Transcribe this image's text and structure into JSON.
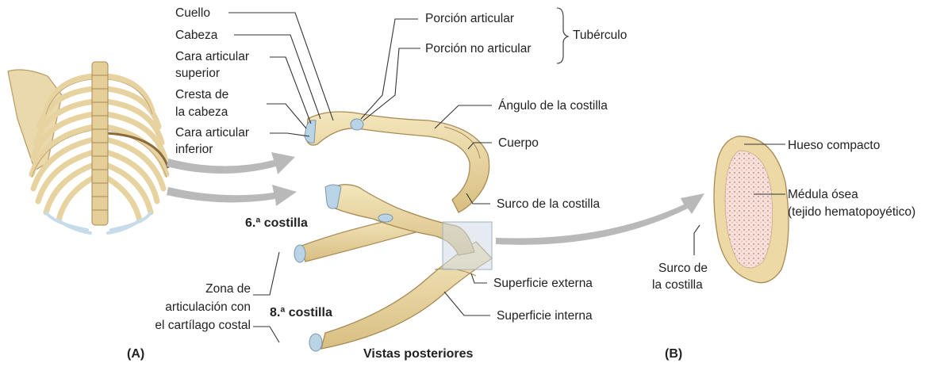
{
  "labels": {
    "cuello": "Cuello",
    "cabeza": "Cabeza",
    "cara_sup_1": "Cara articular",
    "cara_sup_2": "superior",
    "cresta_1": "Cresta de",
    "cresta_2": "la cabeza",
    "cara_inf_1": "Cara articular",
    "cara_inf_2": "inferior",
    "porcion_articular": "Porción articular",
    "porcion_no_articular": "Porción no articular",
    "tuberculo": "Tubérculo",
    "angulo": "Ángulo de la costilla",
    "cuerpo": "Cuerpo",
    "surco": "Surco de la costilla",
    "sup_externa": "Superficie externa",
    "sup_interna": "Superficie interna",
    "zona_1": "Zona de",
    "zona_2": "articulación con",
    "zona_3": "el cartílago costal",
    "costilla6": "6.ª costilla",
    "costilla8": "8.ª costilla",
    "panel_a": "(A)",
    "vistas": "Vistas posteriores",
    "panel_b": "(B)",
    "hueso_compacto": "Hueso compacto",
    "medula_1": "Médula ósea",
    "medula_2": "(tejido hematopoyético)",
    "surco_b_1": "Surco de",
    "surco_b_2": "la costilla"
  },
  "colors": {
    "bone": "#ecd9a5",
    "bone_shade": "#c9ad6e",
    "cartilage": "#b8d4e6",
    "marrow": "#f3d2cd",
    "arrow": "#b8b8b8",
    "leader": "#333333"
  }
}
